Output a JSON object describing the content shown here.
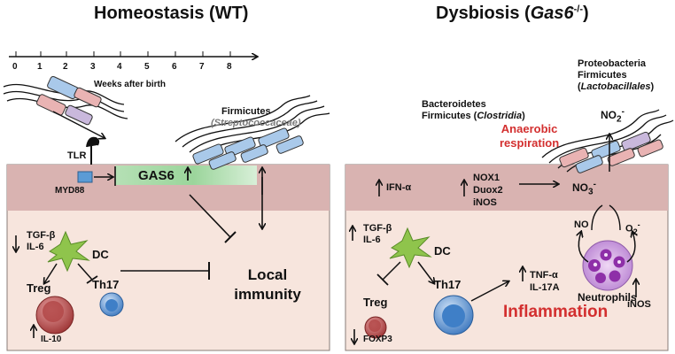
{
  "left": {
    "title": "Homeostasis (WT)",
    "timeline": {
      "ticks": [
        "0",
        "1",
        "2",
        "3",
        "4",
        "5",
        "6",
        "7",
        "8"
      ],
      "label": "Weeks after birth"
    },
    "bacteria_label": "Firmicutes",
    "bacteria_sublabel": "(Streptococcaceae)",
    "tlr": "TLR",
    "myd88": "MYD88",
    "gas6": "GAS6",
    "tgf": "TGF-β",
    "il6": "IL-6",
    "dc": "DC",
    "treg": "Treg",
    "th17": "Th17",
    "il10": "IL-10",
    "local_immunity_1": "Local",
    "local_immunity_2": "immunity"
  },
  "right": {
    "title_main": "Dysbiosis (",
    "title_gene": "Gas6",
    "title_sup": "-/-",
    "title_end": ")",
    "bact1_line1": "Bacteroidetes",
    "bact1_line2": "Firmicutes (",
    "bact1_italic": "Clostridia",
    "bact1_end": ")",
    "bact2_line1": "Proteobacteria",
    "bact2_line2": "Firmicutes",
    "bact2_line3_open": "(",
    "bact2_italic": "Lactobacillales",
    "bact2_line3_close": ")",
    "no2": "NO",
    "no2_sub": "2",
    "no2_sup": "-",
    "anaerobic_1": "Anaerobic",
    "anaerobic_2": "respiration",
    "ifn": "IFN-α",
    "nox1": "NOX1",
    "duox2": "Duox2",
    "inos_top": "iNOS",
    "no3": "NO",
    "no3_sub": "3",
    "no3_sup": "-",
    "tgf": "TGF-β",
    "il6": "IL-6",
    "dc": "DC",
    "treg": "Treg",
    "th17": "Th17",
    "foxp3": "FOXP3",
    "tnf": "TNF-α",
    "il17": "IL-17A",
    "no": "NO",
    "o2": "O",
    "o2_sub": "2",
    "o2_sup": "-",
    "inos": "iNOS",
    "neutrophils": "Neutrophils",
    "inflammation": "Inflammation"
  },
  "colors": {
    "tissue": "#f6e6df",
    "epithelium": "#d9b0b0",
    "gas6_band": "#bfe5bf",
    "treg": "#a43c3c",
    "th17": "#4a86c6",
    "dc": "#88c440",
    "neutrophil": "#9b4fb5",
    "accent_red": "#d32f2f"
  }
}
